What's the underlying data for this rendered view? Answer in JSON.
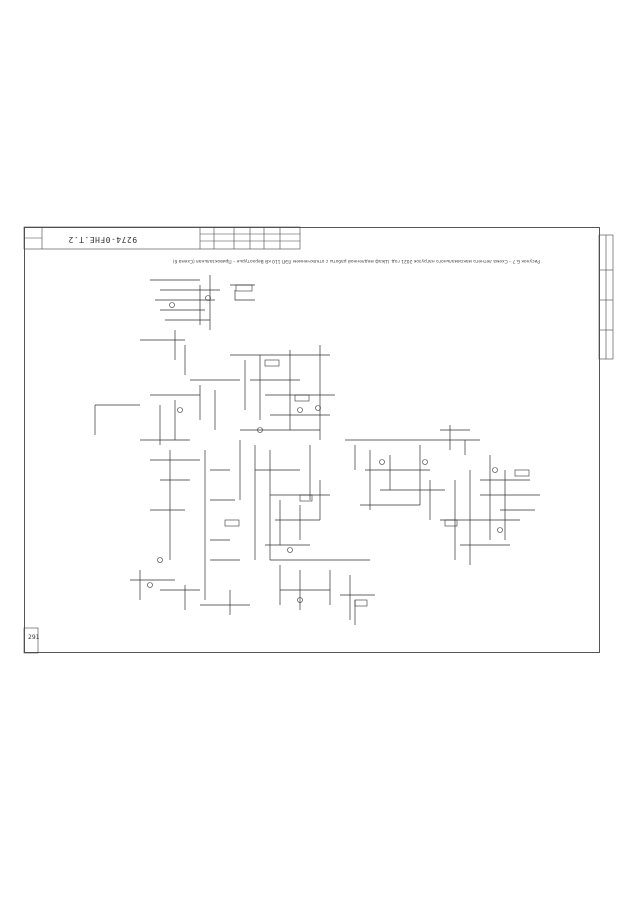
{
  "title_block": {
    "doc_code": "9274-0FHЕ.Т.2",
    "caption": "Рисунок Б.7 – Схема летнего максимального нагрузок 2021 год. Шкаф медленной работы с отключением ЛЭП 110 кВ Верхотурье – Привокзальная (Схема 6)",
    "page_number": "291"
  },
  "colors": {
    "line": "#333333",
    "frame": "#555555"
  }
}
